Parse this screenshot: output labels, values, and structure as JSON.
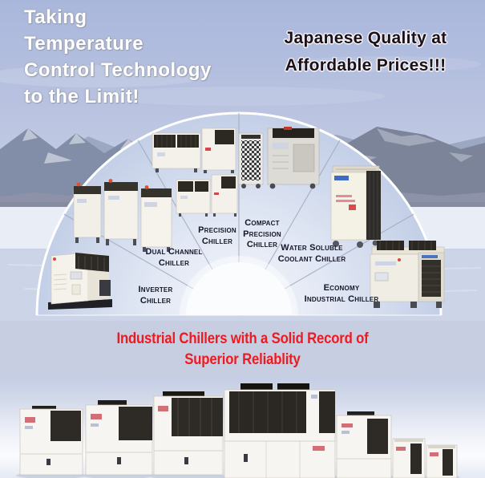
{
  "headline_left": {
    "line1": "Taking",
    "line2": "Temperature",
    "line3": "Control Technology",
    "line4": "to the Limit!"
  },
  "headline_right": {
    "line1": "Japanese Quality at",
    "line2": "Affordable Prices!!!"
  },
  "tagline": {
    "line1": "Industrial Chillers with a Solid Record of",
    "line2": "Superior Reliablity"
  },
  "fan_products": [
    {
      "label_line1": "Inverter",
      "label_line2": "Chiller"
    },
    {
      "label_line1": "Dual Channel",
      "label_line2": "Chiller"
    },
    {
      "label_line1": "Precision",
      "label_line2": "Chiller"
    },
    {
      "label_line1": "Compact",
      "label_line2": "Precision",
      "label_line3": "Chiller"
    },
    {
      "label_line1": "Water Soluble",
      "label_line2": "Coolant Chiller"
    },
    {
      "label_line1": "Economy",
      "label_line2": "Industrial Chiller"
    }
  ],
  "colors": {
    "tagline_red": "#ec1b22",
    "headline_right_dark": "#1d1117",
    "headline_left_white": "#ffffff",
    "label_dark": "#15152a",
    "fan_fill_edge": "#c3cfe7",
    "fan_fill_center": "#f4f6fb",
    "mid_band": "#c7cee2"
  }
}
